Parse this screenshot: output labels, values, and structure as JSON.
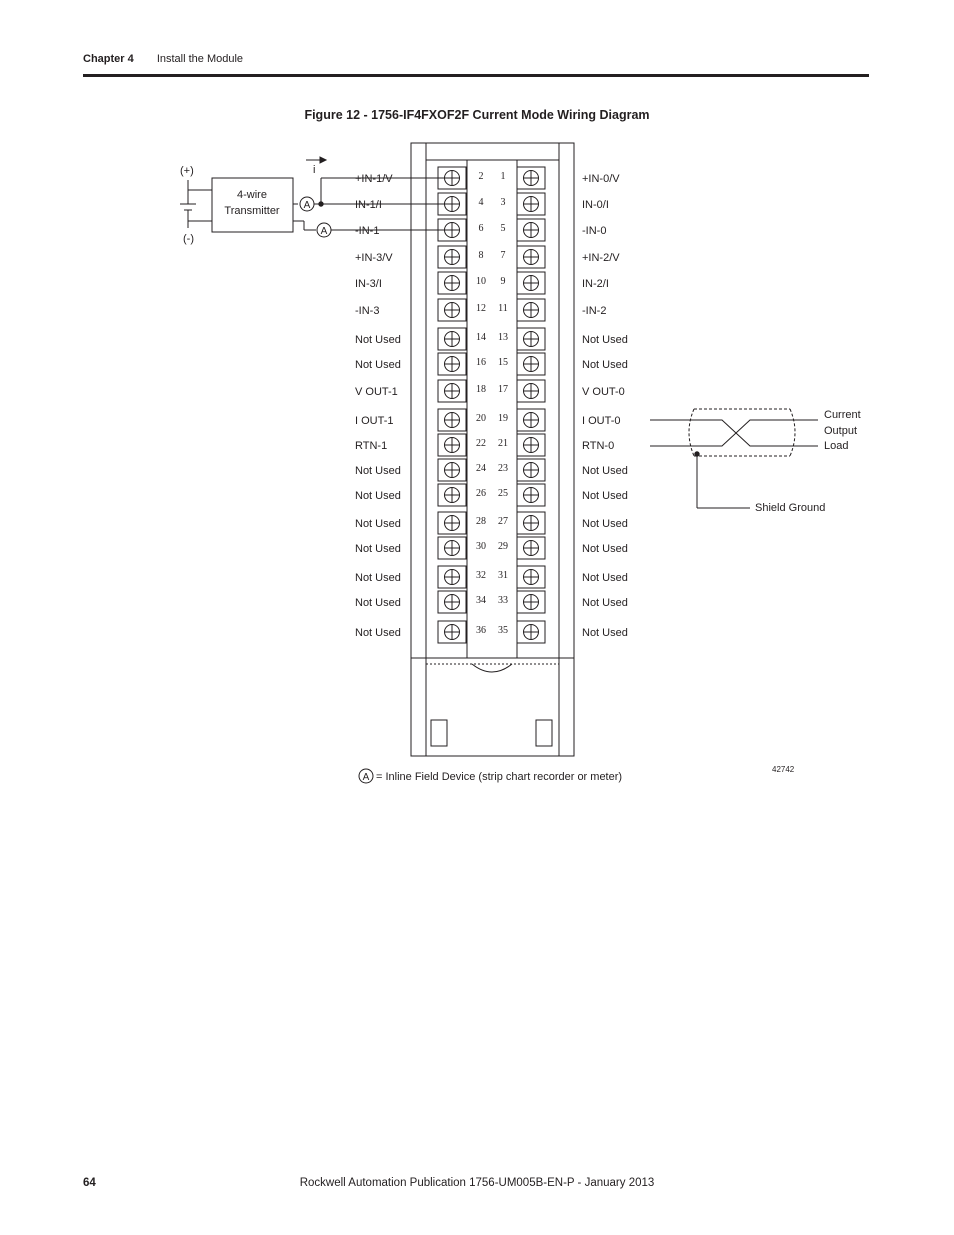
{
  "header": {
    "chapter": "Chapter 4",
    "section": "Install the Module"
  },
  "figure": {
    "title": "Figure 12 - 1756-IF4FXOF2F Current Mode Wiring Diagram",
    "id_number": "42742",
    "legend": {
      "symbol": "A",
      "text": "= Inline Field Device (strip chart recorder or meter)"
    }
  },
  "transmitter": {
    "label_line1": "4-wire",
    "label_line2": "Transmitter",
    "plus": "(+)",
    "minus": "(-)",
    "current_symbol": "i",
    "device_symbol": "A"
  },
  "terminals": {
    "rows": [
      {
        "left": "+IN-1/V",
        "even": "2",
        "odd": "1",
        "right": "+IN-0/V"
      },
      {
        "left": "IN-1/I",
        "even": "4",
        "odd": "3",
        "right": "IN-0/I"
      },
      {
        "left": "-IN-1",
        "even": "6",
        "odd": "5",
        "right": "-IN-0"
      },
      {
        "left": "+IN-3/V",
        "even": "8",
        "odd": "7",
        "right": "+IN-2/V"
      },
      {
        "left": "IN-3/I",
        "even": "10",
        "odd": "9",
        "right": "IN-2/I"
      },
      {
        "left": "-IN-3",
        "even": "12",
        "odd": "11",
        "right": "-IN-2"
      },
      {
        "left": "Not Used",
        "even": "14",
        "odd": "13",
        "right": "Not Used"
      },
      {
        "left": "Not Used",
        "even": "16",
        "odd": "15",
        "right": "Not Used"
      },
      {
        "left": "V OUT-1",
        "even": "18",
        "odd": "17",
        "right": "V OUT-0"
      },
      {
        "left": "I OUT-1",
        "even": "20",
        "odd": "19",
        "right": "I OUT-0"
      },
      {
        "left": "RTN-1",
        "even": "22",
        "odd": "21",
        "right": "RTN-0"
      },
      {
        "left": "Not Used",
        "even": "24",
        "odd": "23",
        "right": "Not Used"
      },
      {
        "left": "Not Used",
        "even": "26",
        "odd": "25",
        "right": "Not Used"
      },
      {
        "left": "Not Used",
        "even": "28",
        "odd": "27",
        "right": "Not Used"
      },
      {
        "left": "Not Used",
        "even": "30",
        "odd": "29",
        "right": "Not Used"
      },
      {
        "left": "Not Used",
        "even": "32",
        "odd": "31",
        "right": "Not Used"
      },
      {
        "left": "Not Used",
        "even": "34",
        "odd": "33",
        "right": "Not Used"
      },
      {
        "left": "Not Used",
        "even": "36",
        "odd": "35",
        "right": "Not Used"
      }
    ]
  },
  "load": {
    "line1": "Current",
    "line2": "Output",
    "line3": "Load",
    "shield": "Shield Ground"
  },
  "footer": {
    "page": "64",
    "publication": "Rockwell Automation Publication 1756-UM005B-EN-P - January 2013"
  }
}
